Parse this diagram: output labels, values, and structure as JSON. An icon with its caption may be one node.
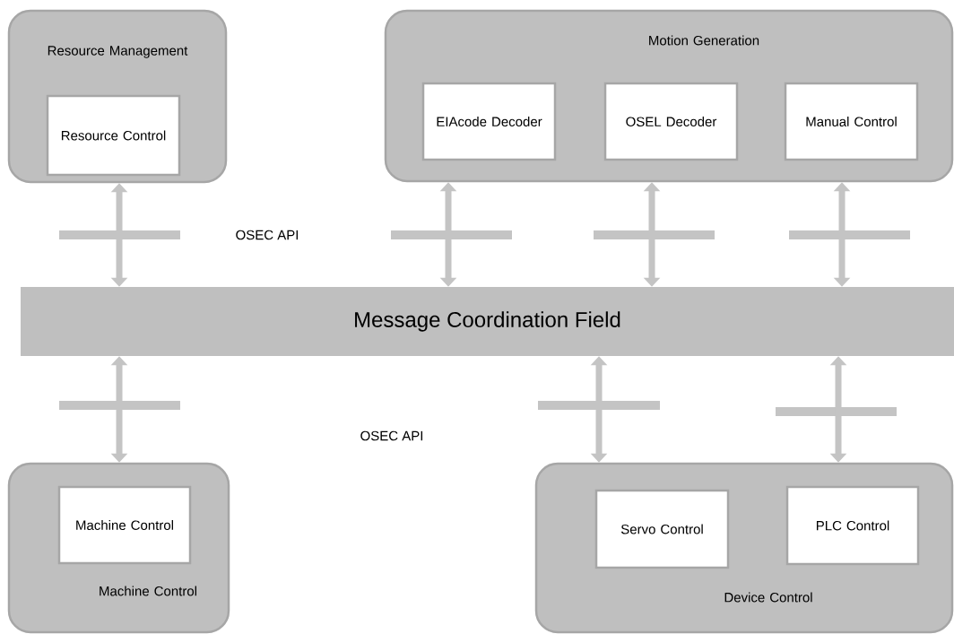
{
  "diagram": {
    "nodes": [
      {
        "text": [
          "Resource Management"
        ]
      },
      {
        "text": [
          "Resource Control"
        ],
        "in": 0
      },
      {
        "text": [
          "Motion Generation"
        ]
      },
      {
        "text": [
          "EIAcode Decoder"
        ],
        "in": 2
      },
      {
        "text": [
          "OSEL Decoder"
        ],
        "in": 2
      },
      {
        "text": [
          "Manual Control"
        ],
        "in": 2
      },
      {
        "text": [
          "Message Coordination Field"
        ]
      },
      {
        "text": [
          "Machine Control"
        ]
      },
      {
        "text": [
          "Machine Control"
        ],
        "in": 7
      },
      {
        "text": [
          "Device Control"
        ]
      },
      {
        "text": [
          "Servo Control"
        ],
        "in": 9
      },
      {
        "text": [
          "PLC Control"
        ],
        "in": 9
      }
    ],
    "edges": [
      {
        "from": 0,
        "to": 6,
        "arrow": "both"
      },
      {
        "from": 2,
        "to": 6,
        "arrow": "both"
      },
      {
        "from": 2,
        "to": 6,
        "arrow": "both"
      },
      {
        "from": 2,
        "to": 6,
        "arrow": "both"
      },
      {
        "from": 6,
        "to": 7,
        "arrow": "both"
      },
      {
        "from": 6,
        "to": 9,
        "arrow": "both"
      },
      {
        "from": 6,
        "to": 9,
        "arrow": "both"
      }
    ],
    "labels": [
      "OSEC API",
      "OSEC API"
    ]
  }
}
